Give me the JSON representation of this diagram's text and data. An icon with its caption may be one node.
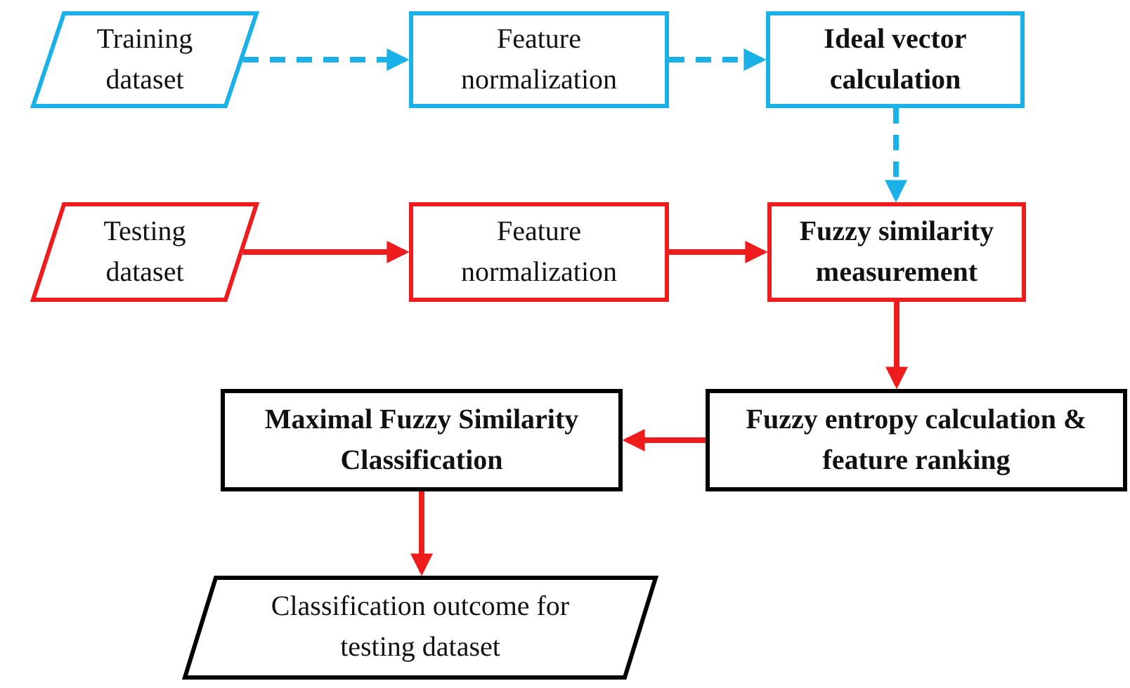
{
  "diagram": {
    "nodes": [
      {
        "text": [
          "Training dataset"
        ]
      },
      {
        "text": [
          "Feature normalization"
        ]
      },
      {
        "text": [
          "Ideal vector calculation"
        ]
      },
      {
        "text": [
          "Testing dataset"
        ]
      },
      {
        "text": [
          "Feature normalization"
        ]
      },
      {
        "text": [
          "Fuzzy similarity measurement"
        ]
      },
      {
        "text": [
          "Maximal Fuzzy Similarity Classification"
        ]
      },
      {
        "text": [
          "Fuzzy entropy calculation & feature ranking"
        ]
      },
      {
        "text": [
          "Classification outcome for testing dataset"
        ]
      }
    ],
    "edges": [
      {
        "from": 0,
        "to": 1,
        "arrow": "to",
        "style": "dashed",
        "color": "#1ab0e8"
      },
      {
        "from": 1,
        "to": 2,
        "arrow": "to",
        "style": "dashed",
        "color": "#1ab0e8"
      },
      {
        "from": 2,
        "to": 5,
        "arrow": "to",
        "style": "dashed",
        "color": "#1ab0e8"
      },
      {
        "from": 3,
        "to": 4,
        "arrow": "to"
      },
      {
        "from": 4,
        "to": 5,
        "arrow": "to"
      },
      {
        "from": 5,
        "to": 7,
        "arrow": "to"
      },
      {
        "from": 7,
        "to": 6,
        "arrow": "to"
      },
      {
        "from": 6,
        "to": 8,
        "arrow": "to"
      }
    ]
  }
}
